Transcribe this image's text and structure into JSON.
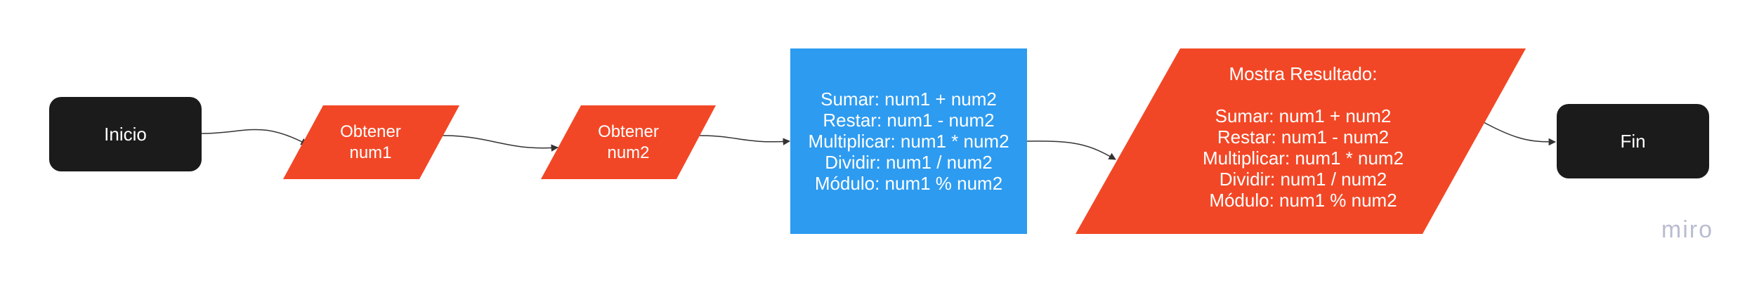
{
  "nodes": {
    "start": {
      "type": "terminal",
      "text": "Inicio"
    },
    "input1": {
      "type": "input",
      "lines": [
        "Obtener",
        "num1"
      ]
    },
    "input2": {
      "type": "input",
      "lines": [
        "Obtener",
        "num2"
      ]
    },
    "process": {
      "type": "process",
      "lines": [
        "Sumar: num1 + num2",
        "Restar: num1 - num2",
        "Multiplicar: num1 * num2",
        "Dividir: num1 / num2",
        "Módulo: num1 % num2"
      ]
    },
    "output": {
      "type": "output",
      "title": "Mostra Resultado:",
      "lines": [
        "Sumar: num1 + num2",
        "Restar: num1 - num2",
        "Multiplicar: num1 * num2",
        "Dividir: num1 / num2",
        "Módulo: num1 % num2"
      ]
    },
    "end": {
      "type": "terminal",
      "text": "Fin"
    }
  },
  "edges": [
    {
      "from": "start",
      "to": "input1"
    },
    {
      "from": "input1",
      "to": "input2"
    },
    {
      "from": "input2",
      "to": "process"
    },
    {
      "from": "process",
      "to": "output"
    },
    {
      "from": "output",
      "to": "end"
    }
  ],
  "colors": {
    "terminal": "#1b1b1b",
    "io": "#f24726",
    "process": "#2d9bf0",
    "text": "#ffffff",
    "connector": "#333333"
  },
  "watermark": "miro"
}
